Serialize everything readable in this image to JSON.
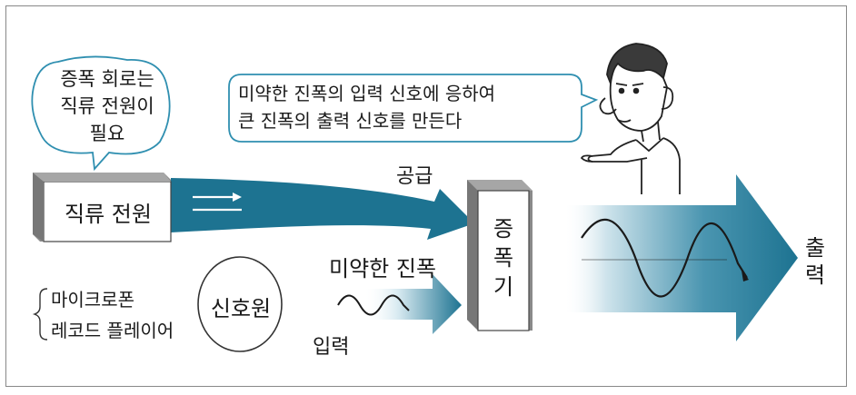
{
  "bubble_left": {
    "lines": [
      "증폭 회로는",
      "직류 전원이",
      "필요"
    ]
  },
  "bubble_right": {
    "lines": [
      "미약한 진폭의 입력 신호에 응하여",
      "큰 진폭의 출력 신호를 만든다"
    ]
  },
  "dc_power": {
    "label": "직류 전원"
  },
  "supply_label": "공급",
  "amplifier": {
    "label": "증폭기"
  },
  "weak_amplitude_label": "미약한 진폭",
  "input_label": "입력",
  "output_label": "출력",
  "signal_source": {
    "label": "신호원"
  },
  "source_examples": [
    "마이크로폰",
    "레코드 플레이어"
  ],
  "colors": {
    "arrow_dark": "#1d7391",
    "arrow_light": "#cfe4ec",
    "box_shadow": "#8a8a8a",
    "bubble_border": "#2f8fb0",
    "wave": "#1a1a1a"
  }
}
